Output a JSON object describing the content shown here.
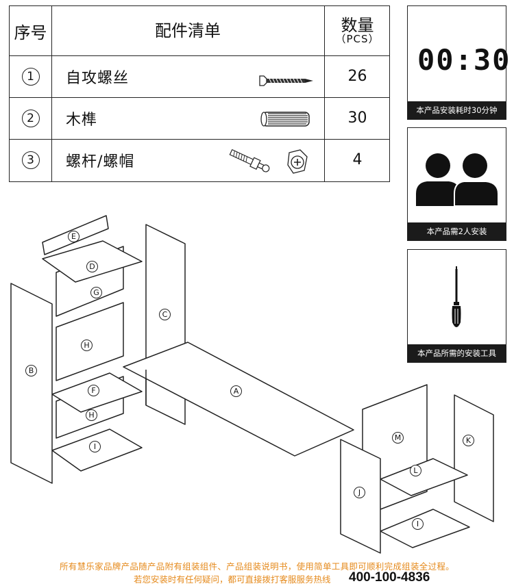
{
  "parts_table": {
    "header": {
      "index": "序号",
      "name": "配件清单",
      "qty": "数量",
      "qty_unit": "（PCS）"
    },
    "rows": [
      {
        "index": "1",
        "name": "自攻螺丝",
        "qty": "26",
        "icon": "screw-icon"
      },
      {
        "index": "2",
        "name": "木榫",
        "qty": "30",
        "icon": "dowel-icon"
      },
      {
        "index": "3",
        "name": "螺杆/螺帽",
        "qty": "4",
        "icon": "cam-bolt-icon"
      }
    ]
  },
  "info_cards": {
    "time": {
      "value": "00:30",
      "caption": "本产品安装耗时30分钟",
      "icon": "timer-display-icon"
    },
    "people": {
      "caption": "本产品需2人安装",
      "icon": "two-people-icon"
    },
    "tool": {
      "caption": "本产品所需的安装工具",
      "icon": "screwdriver-icon"
    }
  },
  "diagram": {
    "labels": [
      "A",
      "B",
      "C",
      "D",
      "E",
      "F",
      "G",
      "H",
      "I",
      "J",
      "K",
      "L",
      "M"
    ]
  },
  "footer": {
    "line1": "所有慧乐家品牌产品随产品附有组装组件、产品组装说明书，使用简单工具即可顺利完成组装全过程。",
    "line2": "若您安装时有任何疑问，都可直接拨打客服服务热线",
    "hotline": "400-100-4836"
  },
  "colors": {
    "footer_text": "#e58a1c",
    "caption_bg": "#1b1b1b"
  }
}
